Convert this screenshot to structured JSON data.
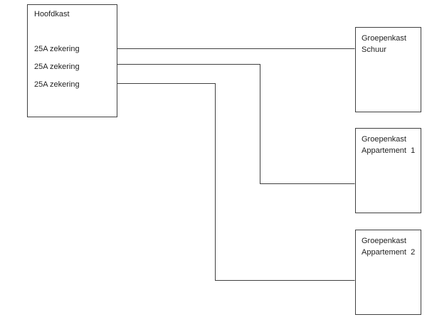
{
  "diagram": {
    "background_color": "#ffffff",
    "line_color": "#404040",
    "border_color": "#404040",
    "main_panel": {
      "title": "Hoofdkast",
      "fuses": [
        {
          "label": "25A zekering"
        },
        {
          "label": "25A zekering"
        },
        {
          "label": "25A zekering"
        }
      ]
    },
    "sub_panels": [
      {
        "line1": "Groepenkast",
        "line2": "Schuur"
      },
      {
        "line1": "Groepenkast",
        "line2": "Appartement  1"
      },
      {
        "line1": "Groepenkast",
        "line2": "Appartement  2"
      }
    ],
    "connections": [
      {
        "from": "Hoofdkast / 25A zekering (1)",
        "to": "Groepenkast Schuur"
      },
      {
        "from": "Hoofdkast / 25A zekering (2)",
        "to": "Groepenkast Appartement 1"
      },
      {
        "from": "Hoofdkast / 25A zekering (3)",
        "to": "Groepenkast Appartement 2"
      }
    ]
  }
}
